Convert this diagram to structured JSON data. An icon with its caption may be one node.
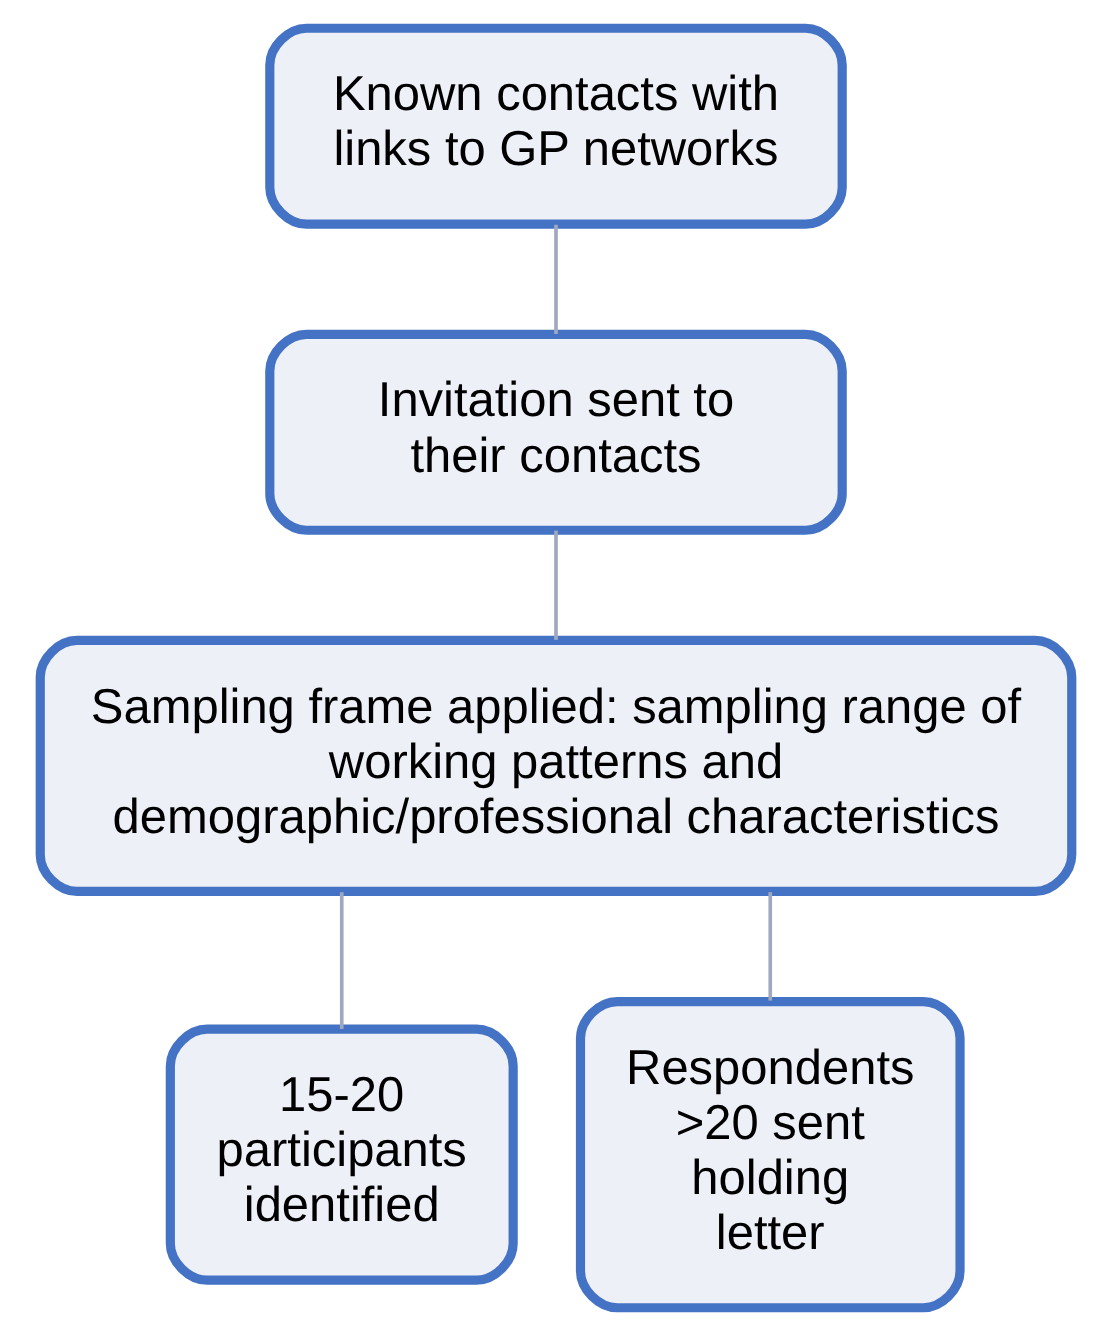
{
  "diagram": {
    "nodes": [
      {
        "text": [
          "Known contacts with links to GP networks"
        ]
      },
      {
        "text": [
          "Invitation sent to their contacts"
        ]
      },
      {
        "text": [
          "Sampling frame applied: sampling range of working patterns and demographic/professional characteristics"
        ]
      },
      {
        "text": [
          "15-20 participants identified"
        ]
      },
      {
        "text": [
          "Respondents",
          ">20 sent holding letter"
        ]
      }
    ],
    "edges": [
      {
        "from": 0,
        "to": 1,
        "arrow": "none"
      },
      {
        "from": 1,
        "to": 2,
        "arrow": "none"
      },
      {
        "from": 2,
        "to": 3,
        "arrow": "none"
      },
      {
        "from": 2,
        "to": 4,
        "arrow": "none"
      }
    ]
  }
}
